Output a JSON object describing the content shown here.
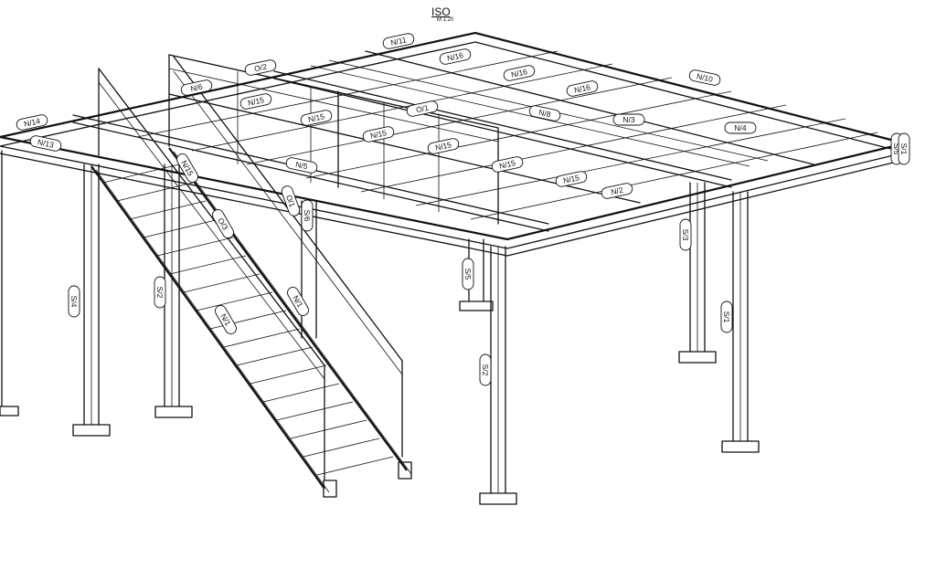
{
  "header": {
    "title": "ISO",
    "scale": "M 1:20"
  },
  "tags": [
    "N/11",
    "N/16",
    "N/16",
    "N/16",
    "N/10",
    "O/2",
    "N/6",
    "N/15",
    "N/15",
    "N/15",
    "O/1",
    "N/8",
    "N/3",
    "N/4",
    "N/14",
    "N/13",
    "N/15",
    "N/15",
    "N/15",
    "N/5",
    "N/2",
    "N/15",
    "O/3",
    "N/1",
    "N/1",
    "S/6",
    "S/5",
    "S/3",
    "S/2",
    "S/2",
    "S/4",
    "S/1",
    "S/5",
    "O/1",
    "S/1"
  ]
}
